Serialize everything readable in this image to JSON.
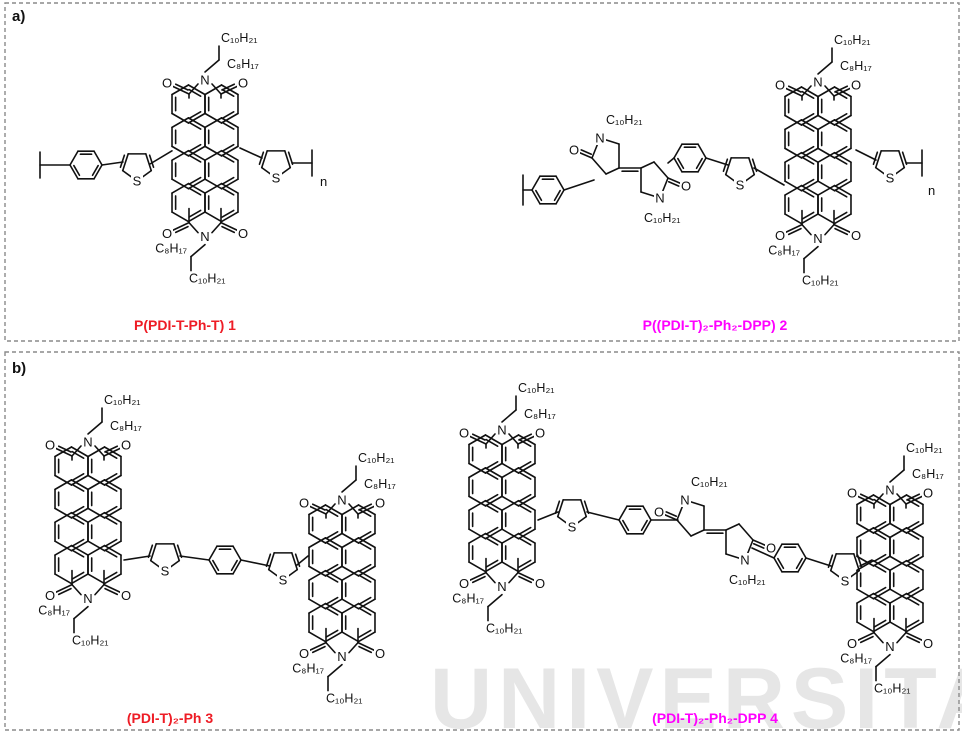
{
  "panels": {
    "a": "a)",
    "b": "b)"
  },
  "captions": [
    {
      "id": "c1",
      "text": "P(PDI-T-Ph-T) 1",
      "color": "#ee1c25"
    },
    {
      "id": "c2",
      "text": "P((PDI-T)₂-Ph₂-DPP) 2",
      "color": "#ff00ff"
    },
    {
      "id": "c3",
      "text": "(PDI-T)₂-Ph 3",
      "color": "#ee1c25"
    },
    {
      "id": "c4",
      "text": "(PDI-T)₂-Ph₂-DPP 4",
      "color": "#ff00ff"
    }
  ],
  "atoms": {
    "oxygen": "O",
    "nitrogen": "N",
    "sulfur": "S",
    "repeat": "n"
  },
  "chains": {
    "decyl": "C₁₀H₂₁",
    "octyl": "C₈H₁₇"
  },
  "watermark": "UNIVERSITAS",
  "colors": {
    "frame": "#8a8a8a",
    "bond": "#111111",
    "watermark": "#e6e6e6"
  }
}
